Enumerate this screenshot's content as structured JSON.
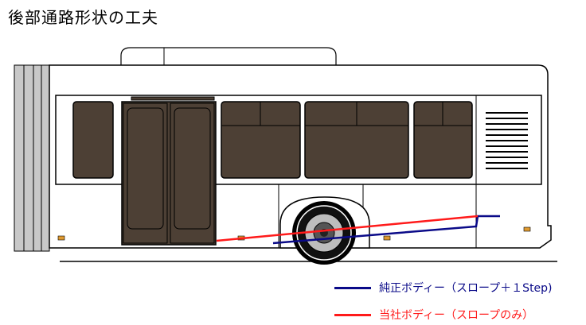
{
  "title": "後部通路形状の工夫",
  "legend": {
    "items": [
      {
        "label": "純正ボディー（スロープ＋１Step)",
        "color": "#0a0a88"
      },
      {
        "label": "当社ボディー（スロープのみ）",
        "color": "#ff1a1a"
      }
    ]
  },
  "colors": {
    "window": "#4d4035",
    "outline": "#000000",
    "body": "#ffffff",
    "bellows": "#c8c8c8",
    "marker_lamp": "#e09a30",
    "genuine_floor": "#0a0a88",
    "our_floor": "#ff1a1a"
  }
}
